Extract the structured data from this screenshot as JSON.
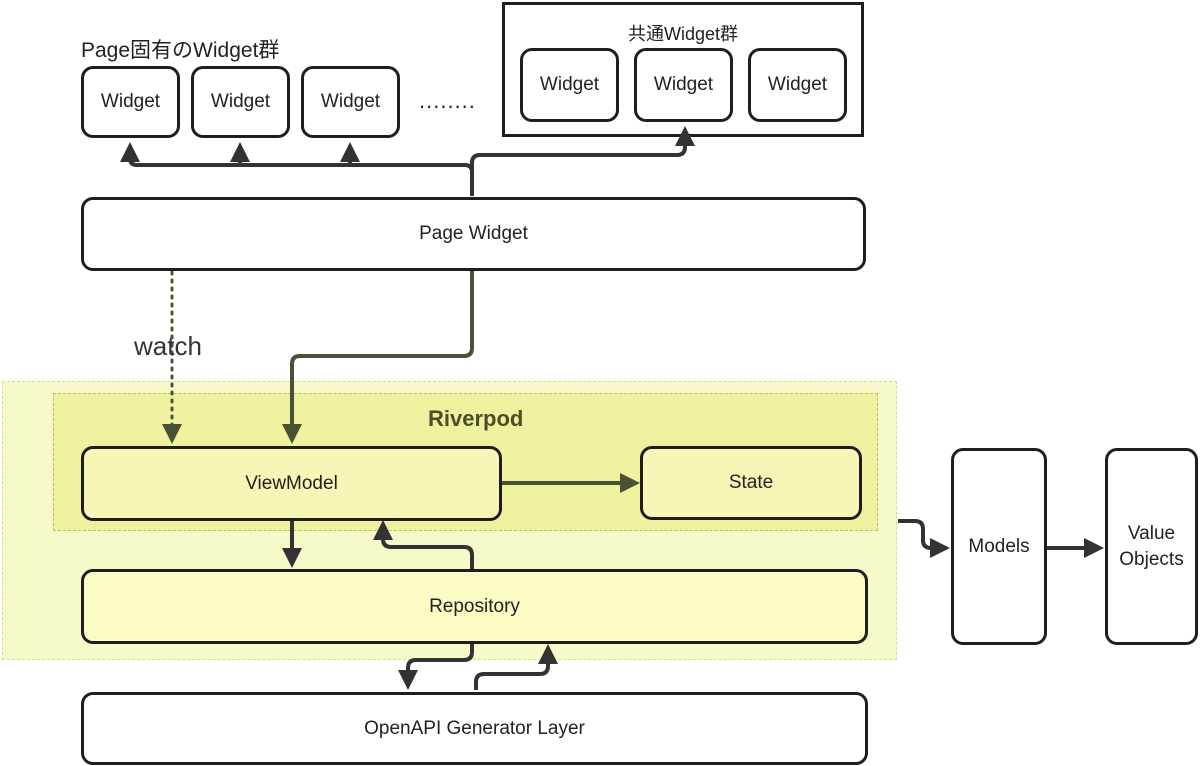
{
  "page_specific_group": {
    "title": "Page固有のWidget群",
    "widgets": [
      "Widget",
      "Widget",
      "Widget"
    ],
    "ellipsis": "........"
  },
  "common_group": {
    "title": "共通Widget群",
    "widgets": [
      "Widget",
      "Widget",
      "Widget"
    ]
  },
  "page_widget": {
    "label": "Page Widget"
  },
  "watch_label": "watch",
  "riverpod": {
    "title": "Riverpod"
  },
  "view_model": {
    "label": "ViewModel"
  },
  "state": {
    "label": "State"
  },
  "repository": {
    "label": "Repository"
  },
  "openapi": {
    "label": "OpenAPI Generator Layer"
  },
  "models": {
    "label": "Models"
  },
  "value_objects": {
    "line1": "Value",
    "line2": "Objects"
  },
  "colors": {
    "outer_region": "#f8f9c8",
    "riverpod_region": "#eef29e",
    "box_yellow": "#f6f7b6",
    "arrow_dark": "#333333",
    "arrow_olive": "#4b5233"
  }
}
